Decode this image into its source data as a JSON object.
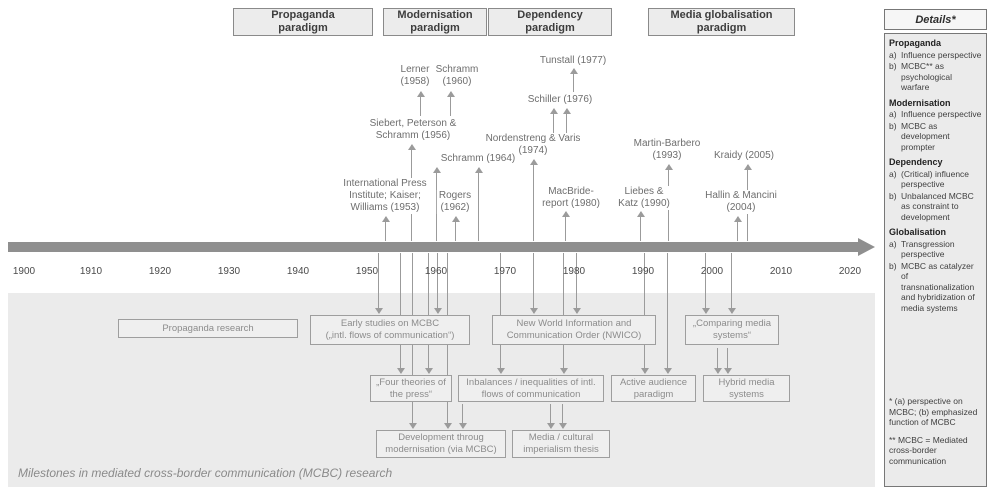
{
  "paradigm_bar": {
    "items": [
      {
        "label": "Propaganda\nparadigm"
      },
      {
        "label": "Modernisation\nparadigm"
      },
      {
        "label": "Dependency\nparadigm"
      },
      {
        "label": "Media globalisation\nparadigm"
      }
    ]
  },
  "timeline": {
    "years": [
      {
        "label": "1900"
      },
      {
        "label": "1910"
      },
      {
        "label": "1920"
      },
      {
        "label": "1930"
      },
      {
        "label": "1940"
      },
      {
        "label": "1950"
      },
      {
        "label": "1960"
      },
      {
        "label": "1970"
      },
      {
        "label": "1980"
      },
      {
        "label": "1990"
      },
      {
        "label": "2000"
      },
      {
        "label": "2010"
      },
      {
        "label": "2020"
      }
    ]
  },
  "events": {
    "above": [
      {
        "label": "Tunstall (1977)"
      },
      {
        "label": "Lerner\n(1958)"
      },
      {
        "label": "Schramm\n(1960)"
      },
      {
        "label": "Schiller (1976)"
      },
      {
        "label": "Siebert, Peterson &\nSchramm (1956)"
      },
      {
        "label": "Nordenstreng & Varis\n(1974)"
      },
      {
        "label": "Martin-Barbero\n(1993)"
      },
      {
        "label": "Schramm (1964)"
      },
      {
        "label": "Kraidy (2005)"
      },
      {
        "label": "International Press\nInstitute; Kaiser;\nWilliams (1953)"
      },
      {
        "label": "Rogers\n(1962)"
      },
      {
        "label": "MacBride-\nreport (1980)"
      },
      {
        "label": "Liebes &\nKatz (1990)"
      },
      {
        "label": "Hallin & Mancini\n(2004)"
      }
    ]
  },
  "milestones": {
    "row1": [
      {
        "label": "Propaganda research"
      },
      {
        "label": "Early studies on MCBC\n(„intl. flows of communication“)"
      },
      {
        "label": "New World Information and\nCommunication Order (NWICO)"
      },
      {
        "label": "„Comparing media\nsystems“"
      }
    ],
    "row2": [
      {
        "label": "„Four theories of\nthe press“"
      },
      {
        "label": "Inbalances / inequalities of intl.\nflows of communication"
      },
      {
        "label": "Active audience\nparadigm"
      },
      {
        "label": "Hybrid media\nsystems"
      }
    ],
    "row3": [
      {
        "label": "Development throug\nmodernisation (via MCBC)"
      },
      {
        "label": "Media / cultural\nimperialism thesis"
      }
    ],
    "caption": "Milestones in mediated cross-border communication (MCBC) research"
  },
  "details": {
    "title": "Details*",
    "sections": [
      {
        "heading": "Propaganda",
        "items": [
          {
            "marker": "a)",
            "text": "Influence perspective"
          },
          {
            "marker": "b)",
            "text": "MCBC** as psychological warfare"
          }
        ]
      },
      {
        "heading": "Modernisation",
        "items": [
          {
            "marker": "a)",
            "text": "Influence perspective"
          },
          {
            "marker": "b)",
            "text": "MCBC as development prompter"
          }
        ]
      },
      {
        "heading": "Dependency",
        "items": [
          {
            "marker": "a)",
            "text": "(Critical) influence perspective"
          },
          {
            "marker": "b)",
            "text": "Unbalanced MCBC as constraint to development"
          }
        ]
      },
      {
        "heading": "Globalisation",
        "items": [
          {
            "marker": "a)",
            "text": "Transgression perspective"
          },
          {
            "marker": "b)",
            "text": "MCBC as catalyzer of transnationalization and hybridization of media systems"
          }
        ]
      }
    ],
    "footnotes": [
      {
        "text": "* (a) perspective on MCBC; (b) emphasized function of MCBC"
      },
      {
        "text": "** MCBC = Mediated cross-border communication"
      }
    ]
  },
  "colors": {
    "timeline_band": "#8f8f8f",
    "region_background": "#ebebeb",
    "connector_line": "#9b9b9b"
  }
}
